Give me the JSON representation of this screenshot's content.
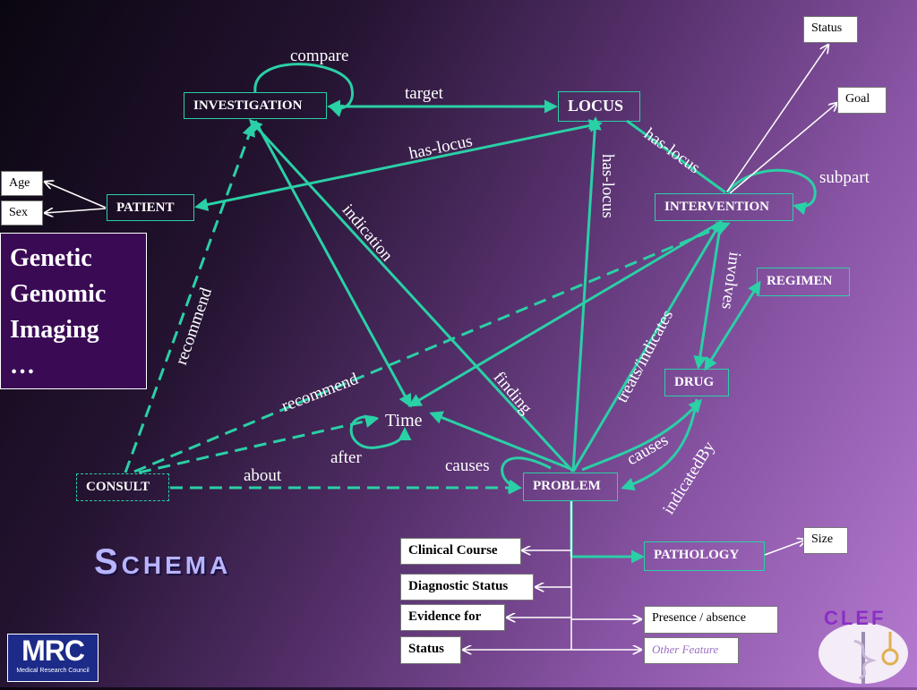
{
  "nodes": {
    "investigation": "INVESTIGATION",
    "locus": "LOCUS",
    "patient": "PATIENT",
    "intervention": "INTERVENTION",
    "regimen": "REGIMEN",
    "drug": "DRUG",
    "time": "Time",
    "consult": "CONSULT",
    "problem": "PROBLEM",
    "pathology": "PATHOLOGY"
  },
  "attributes": {
    "status_top": "Status",
    "goal": "Goal",
    "age": "Age",
    "sex": "Sex",
    "size": "Size",
    "clinical_course": "Clinical Course",
    "diagnostic_status": "Diagnostic Status",
    "evidence_for": "Evidence for",
    "status_bottom": "Status",
    "presence_absence": "Presence / absence",
    "other_feature": "Other Feature"
  },
  "edge_labels": {
    "compare": "compare",
    "target": "target",
    "has_locus_patient": "has-locus",
    "has_locus_problem": "has-locus",
    "has_locus_intervention": "has-locus",
    "subpart": "subpart",
    "indication": "indication",
    "recommend_investigation": "recommend",
    "recommend_intervention": "recommend",
    "involves": "involves",
    "treats_indicates": "treats/indicates",
    "finding": "finding",
    "after": "after",
    "causes_problem": "causes",
    "causes_drug": "causes",
    "indicated_by": "indicatedBy",
    "about": "about"
  },
  "modalities": [
    "Genetic",
    "Genomic",
    "Imaging",
    "…"
  ],
  "title": "Schema",
  "logos": {
    "mrc_main": "MRC",
    "mrc_sub": "Medical Research Council",
    "clef": "CLEF"
  },
  "colors": {
    "edge": "#2ad0a6",
    "attribute_arrow": "#ffffff"
  }
}
